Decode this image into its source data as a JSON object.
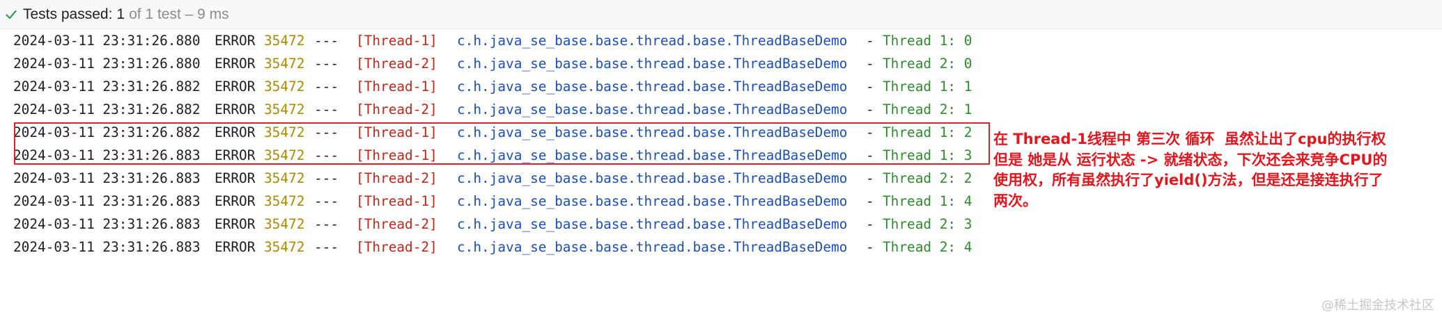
{
  "status_bar": {
    "label": "Tests passed:",
    "count": "1",
    "detail": "of 1 test – 9 ms",
    "icon": "check-icon",
    "icon_color": "#3a9b46"
  },
  "log_lines": [
    {
      "date": "2024-03-11 23:31:26.880",
      "level": "ERROR",
      "pid": "35472",
      "sep": "---",
      "thread": "[Thread-1]",
      "logger": "c.h.java_se_base.base.thread.base.ThreadBaseDemo",
      "dash": "-",
      "message": "Thread 1: 0"
    },
    {
      "date": "2024-03-11 23:31:26.880",
      "level": "ERROR",
      "pid": "35472",
      "sep": "---",
      "thread": "[Thread-2]",
      "logger": "c.h.java_se_base.base.thread.base.ThreadBaseDemo",
      "dash": "-",
      "message": "Thread 2: 0"
    },
    {
      "date": "2024-03-11 23:31:26.882",
      "level": "ERROR",
      "pid": "35472",
      "sep": "---",
      "thread": "[Thread-1]",
      "logger": "c.h.java_se_base.base.thread.base.ThreadBaseDemo",
      "dash": "-",
      "message": "Thread 1: 1"
    },
    {
      "date": "2024-03-11 23:31:26.882",
      "level": "ERROR",
      "pid": "35472",
      "sep": "---",
      "thread": "[Thread-2]",
      "logger": "c.h.java_se_base.base.thread.base.ThreadBaseDemo",
      "dash": "-",
      "message": "Thread 2: 1"
    },
    {
      "date": "2024-03-11 23:31:26.882",
      "level": "ERROR",
      "pid": "35472",
      "sep": "---",
      "thread": "[Thread-1]",
      "logger": "c.h.java_se_base.base.thread.base.ThreadBaseDemo",
      "dash": "-",
      "message": "Thread 1: 2"
    },
    {
      "date": "2024-03-11 23:31:26.883",
      "level": "ERROR",
      "pid": "35472",
      "sep": "---",
      "thread": "[Thread-1]",
      "logger": "c.h.java_se_base.base.thread.base.ThreadBaseDemo",
      "dash": "-",
      "message": "Thread 1: 3"
    },
    {
      "date": "2024-03-11 23:31:26.883",
      "level": "ERROR",
      "pid": "35472",
      "sep": "---",
      "thread": "[Thread-2]",
      "logger": "c.h.java_se_base.base.thread.base.ThreadBaseDemo",
      "dash": "-",
      "message": "Thread 2: 2"
    },
    {
      "date": "2024-03-11 23:31:26.883",
      "level": "ERROR",
      "pid": "35472",
      "sep": "---",
      "thread": "[Thread-1]",
      "logger": "c.h.java_se_base.base.thread.base.ThreadBaseDemo",
      "dash": "-",
      "message": "Thread 1: 4"
    },
    {
      "date": "2024-03-11 23:31:26.883",
      "level": "ERROR",
      "pid": "35472",
      "sep": "---",
      "thread": "[Thread-2]",
      "logger": "c.h.java_se_base.base.thread.base.ThreadBaseDemo",
      "dash": "-",
      "message": "Thread 2: 3"
    },
    {
      "date": "2024-03-11 23:31:26.883",
      "level": "ERROR",
      "pid": "35472",
      "sep": "---",
      "thread": "[Thread-2]",
      "logger": "c.h.java_se_base.base.thread.base.ThreadBaseDemo",
      "dash": "-",
      "message": "Thread 2: 4"
    }
  ],
  "annotation": {
    "lines": [
      "在 Thread-1线程中 第三次 循环  虽然让出了cpu的执行权",
      "但是 她是从 运行状态 -> 就绪状态，下次还会来竞争CPU的",
      "使用权，所有虽然执行了yield()方法，但是还是接连执行了",
      "两次。"
    ],
    "color": "#e3151d"
  },
  "watermark": "@稀土掘金技术社区",
  "colors": {
    "pid": "#a88b00",
    "thread": "#c1271a",
    "logger": "#1c4fb8",
    "message": "#2d8a2d",
    "highlight_border": "#d9222a"
  }
}
